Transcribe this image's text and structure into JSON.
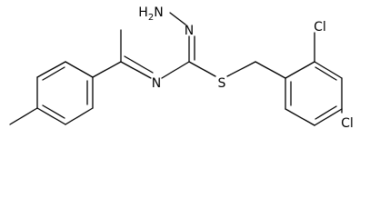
{
  "molecule": {
    "atoms": {
      "hydrazine_nh2": "H2N",
      "imine_n_hydrazone": "N",
      "imine_n_chain": "N",
      "thioether_s": "S",
      "chloro_ortho": "Cl",
      "chloro_para": "Cl"
    }
  },
  "colors": {
    "bond": "#000000",
    "background": "#ffffff"
  }
}
